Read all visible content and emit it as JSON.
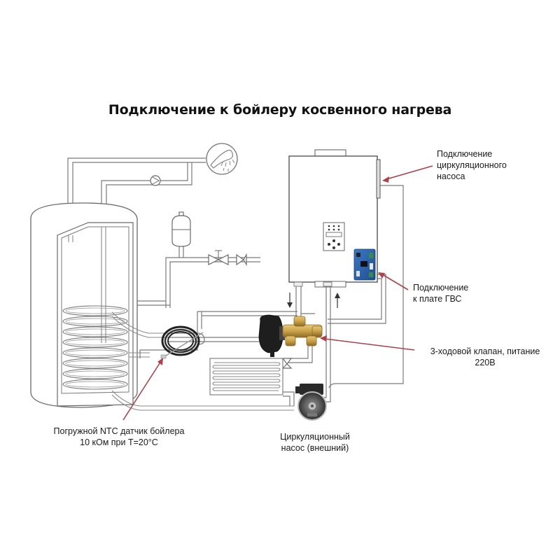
{
  "title": "Подключение к бойлеру косвенного нагрева",
  "labels": {
    "pump_connection": [
      "Подключение",
      "циркуляционного",
      "насоса"
    ],
    "dhw_board": [
      "Подключение",
      "к плате ГВС"
    ],
    "three_way_valve": [
      "3-ходовой клапан, питание",
      "220В"
    ],
    "ntc_sensor": [
      "Погружной NTC датчик бойлера",
      "10 кОм при Т=20°С"
    ],
    "circulation_pump": [
      "Циркуляционный",
      "насос (внешний)"
    ]
  },
  "components": {
    "tank": "indirect-heating-boiler-tank",
    "boiler": "wall-mounted-gas-boiler",
    "valve": "three-way-valve",
    "pump": "circulation-pump",
    "sensor": "ntc-sensor-coil",
    "radiator": "heating-radiator",
    "expansion_tank": "expansion-tank",
    "shower": "shower-outlet"
  },
  "colors": {
    "annotation_arrow": "#b0404a",
    "pipe": "#7a7a7a",
    "valve_brass": "#c9a24a",
    "control_board": "#2a5fa8",
    "pump_body": "#3a3a3a"
  }
}
